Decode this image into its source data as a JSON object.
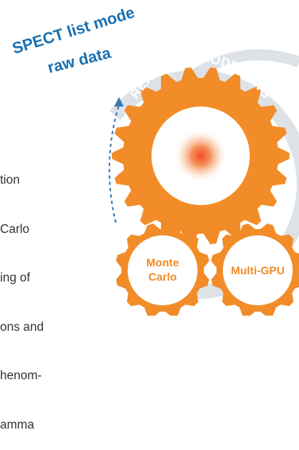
{
  "header": {
    "line1": "SPECT list mode",
    "line2": "raw data"
  },
  "main_gear": {
    "label": "REAL-TIME MODELLING"
  },
  "small_gears": [
    {
      "line1": "Monte",
      "line2": "Carlo"
    },
    {
      "line1": "Multi-GPU"
    }
  ],
  "body_text": [
    "tion",
    "Carlo",
    "ing of",
    "ons and",
    "henom-",
    "amma"
  ],
  "colors": {
    "header_blue": "#1a6fb0",
    "gear_orange": "#f28c28",
    "ring_gray": "#dde2e7",
    "arrow_blue": "#3a78b5",
    "text_dark": "#333333",
    "core_red": "#f04a28"
  },
  "icons": {
    "arrow": "dashed-arc-arrow-icon"
  }
}
